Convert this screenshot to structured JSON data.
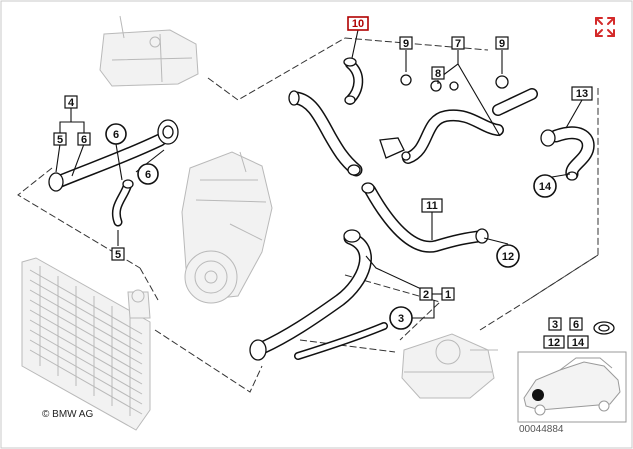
{
  "diagram": {
    "copyright": "© BMW AG",
    "catalog_number": "00044884",
    "expand_icon": "expand-arrows-icon",
    "accent_color": "#d42a2a",
    "highlight_color": "#b00000",
    "callouts": {
      "c4": "4",
      "c5a": "5",
      "c6a": "6",
      "c6b": "6",
      "c6c": "6",
      "c5b": "5",
      "c10": "10",
      "c9a": "9",
      "c7": "7",
      "c8": "8",
      "c9b": "9",
      "c13": "13",
      "c14": "14",
      "c11": "11",
      "c12": "12",
      "c2": "2",
      "c1": "1",
      "c3": "3",
      "k3": "3",
      "k6": "6",
      "k12": "12",
      "k14": "14"
    }
  }
}
